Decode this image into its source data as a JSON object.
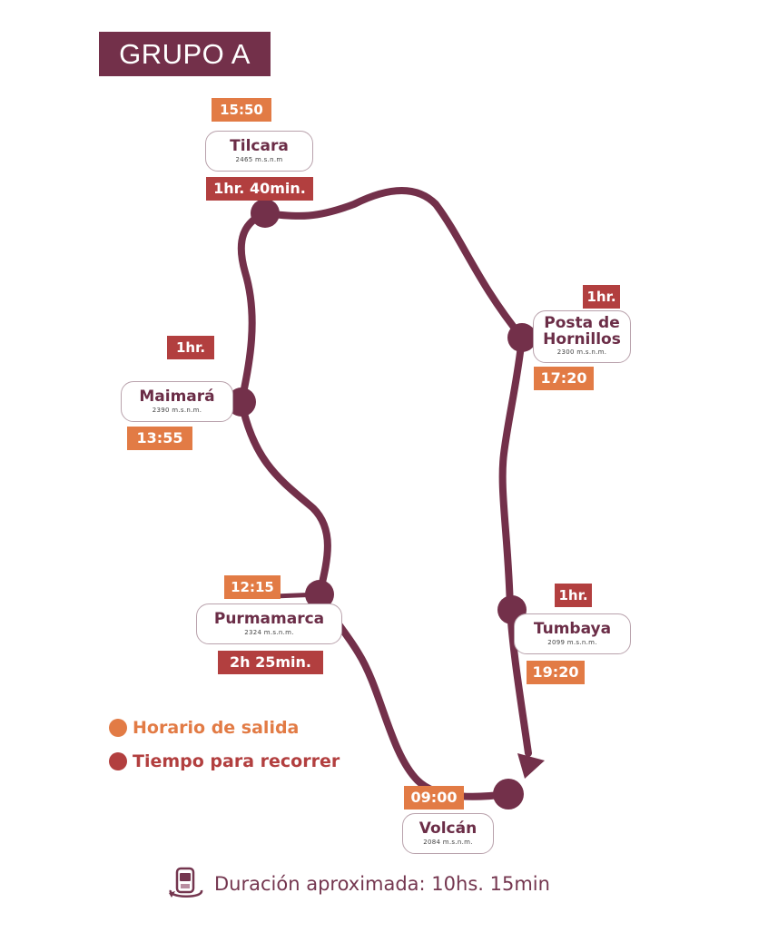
{
  "title": "GRUPO A",
  "colors": {
    "route": "#73304a",
    "depart": "#e27b45",
    "duration": "#b23f3f",
    "title_bg": "#73304a"
  },
  "stops": [
    {
      "name": "Volcán",
      "altitude": "2084 m.s.n.m.",
      "departure": "09:00"
    },
    {
      "name": "Purmamarca",
      "altitude": "2324 m.s.n.m.",
      "departure": "12:15",
      "duration": "2h 25min."
    },
    {
      "name": "Maimará",
      "altitude": "2390 m.s.n.m.",
      "departure": "13:55",
      "duration": "1hr."
    },
    {
      "name": "Tilcara",
      "altitude": "2465 m.s.n.m",
      "departure": "15:50",
      "duration": "1hr. 40min."
    },
    {
      "name_line1": "Posta de",
      "name_line2": "Hornillos",
      "altitude": "2300 m.s.n.m.",
      "departure": "17:20",
      "duration": "1hr."
    },
    {
      "name": "Tumbaya",
      "altitude": "2099 m.s.n.m.",
      "departure": "19:20",
      "duration": "1hr."
    }
  ],
  "legend": {
    "departure": "Horario de salida",
    "duration": "Tiempo para recorrer"
  },
  "footer": {
    "icon": "cable-car-icon",
    "text": "Duración aproximada: 10hs. 15min"
  }
}
